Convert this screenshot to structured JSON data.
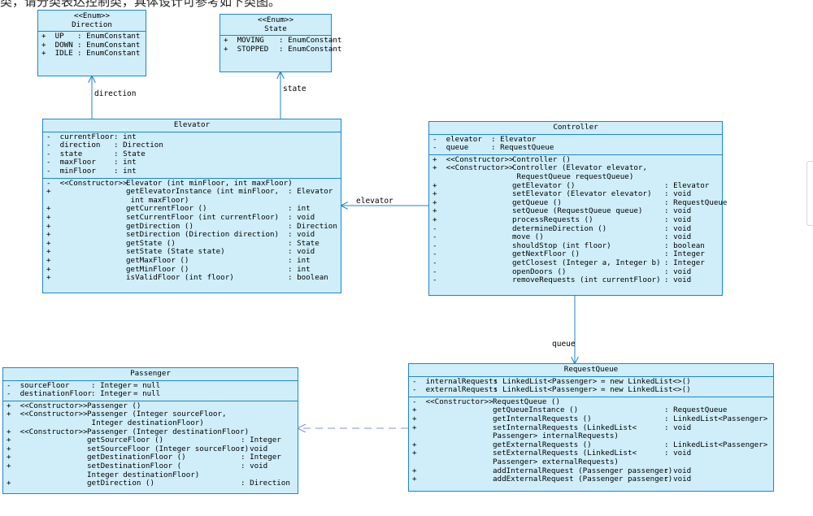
{
  "top_text": "类，请分类表达控制类，具体设计可参考如下类图。",
  "classes": {
    "direction": {
      "stereotype": "<<Enum>>",
      "name": "Direction",
      "attrs": [
        [
          "+  UP",
          ": EnumConstant"
        ],
        [
          "+  DOWN",
          ": EnumConstant"
        ],
        [
          "+  IDLE",
          ": EnumConstant"
        ]
      ]
    },
    "state": {
      "stereotype": "<<Enum>>",
      "name": "State",
      "attrs": [
        [
          "+  MOVING",
          ": EnumConstant"
        ],
        [
          "+  STOPPED",
          ": EnumConstant"
        ]
      ]
    },
    "elevator": {
      "name": "Elevator",
      "attrs": [
        [
          "-  currentFloor",
          ": int"
        ],
        [
          "-  direction",
          ": Direction"
        ],
        [
          "-  state",
          ": State"
        ],
        [
          "-  maxFloor",
          ": int"
        ],
        [
          "-  minFloor",
          ": int"
        ]
      ],
      "methods": [
        [
          "-  <<Constructor>>",
          "Elevator (int minFloor, int maxFloor)",
          ""
        ],
        [
          "+",
          "getElevatorInstance (int minFloor,",
          ": Elevator"
        ],
        [
          "",
          " int maxFloor)",
          ""
        ],
        [
          "+",
          "getCurrentFloor ()",
          ": int"
        ],
        [
          "+",
          "setCurrentFloor (int currentFloor)",
          ": void"
        ],
        [
          "+",
          "getDirection ()",
          ": Direction"
        ],
        [
          "+",
          "setDirection (Direction direction)",
          ": void"
        ],
        [
          "+",
          "getState ()",
          ": State"
        ],
        [
          "+",
          "setState (State state)",
          ": void"
        ],
        [
          "+",
          "getMaxFloor ()",
          ": int"
        ],
        [
          "+",
          "getMinFloor ()",
          ": int"
        ],
        [
          "+",
          "isValidFloor (int floor)",
          ": boolean"
        ]
      ]
    },
    "controller": {
      "name": "Controller",
      "attrs": [
        [
          "-  elevator",
          ": Elevator"
        ],
        [
          "-  queue",
          ": RequestQueue"
        ]
      ],
      "methods": [
        [
          "+  <<Constructor>>",
          "Controller ()",
          ""
        ],
        [
          "+  <<Constructor>>",
          "Controller (Elevator elevator,",
          ""
        ],
        [
          "",
          " RequestQueue requestQueue)",
          ""
        ],
        [
          "+",
          "getElevator ()",
          ": Elevator"
        ],
        [
          "+",
          "setElevator (Elevator elevator)",
          ": void"
        ],
        [
          "+",
          "getQueue ()",
          ": RequestQueue"
        ],
        [
          "+",
          "setQueue (RequestQueue queue)",
          ": void"
        ],
        [
          "+",
          "processRequests ()",
          ": void"
        ],
        [
          "-",
          "determineDirection ()",
          ": void"
        ],
        [
          "-",
          "move ()",
          ": void"
        ],
        [
          "-",
          "shouldStop (int floor)",
          ": boolean"
        ],
        [
          "-",
          "getNextFloor ()",
          ": Integer"
        ],
        [
          "-",
          "getClosest (Integer a, Integer b)",
          ": Integer"
        ],
        [
          "-",
          "openDoors ()",
          ": void"
        ],
        [
          "-",
          "removeRequests (int currentFloor)",
          ": void"
        ]
      ]
    },
    "requestqueue": {
      "name": "RequestQueue",
      "attrs": [
        [
          "-  internalRequests",
          ": LinkedList<Passenger>",
          "= new LinkedList<>()"
        ],
        [
          "-  externalRequests",
          ": LinkedList<Passenger>",
          "= new LinkedList<>()"
        ]
      ],
      "methods": [
        [
          "-  <<Constructor>>",
          "RequestQueue ()",
          ""
        ],
        [
          "+",
          "getQueueInstance ()",
          ": RequestQueue"
        ],
        [
          "+",
          "getInternalRequests ()",
          ": LinkedList<Passenger>"
        ],
        [
          "+",
          "setInternalRequests (LinkedList<",
          ": void"
        ],
        [
          "",
          "Passenger> internalRequests)",
          ""
        ],
        [
          "+",
          "getExternalRequests ()",
          ": LinkedList<Passenger>"
        ],
        [
          "+",
          "setExternalRequests (LinkedList<",
          ": void"
        ],
        [
          "",
          "Passenger> externalRequests)",
          ""
        ],
        [
          "+",
          "addInternalRequest (Passenger passenger)",
          ": void"
        ],
        [
          "+",
          "addExternalRequest (Passenger passenger)",
          ": void"
        ]
      ]
    },
    "passenger": {
      "name": "Passenger",
      "attrs": [
        [
          "-  sourceFloor",
          ": Integer",
          "= null"
        ],
        [
          "-  destinationFloor",
          ": Integer",
          "= null"
        ]
      ],
      "methods": [
        [
          "+  <<Constructor>>",
          "Passenger ()",
          ""
        ],
        [
          "+  <<Constructor>>",
          "Passenger (Integer sourceFloor,",
          ""
        ],
        [
          "",
          " Integer destinationFloor)",
          ""
        ],
        [
          "+  <<Constructor>>",
          "Passenger (Integer destinationFloor)",
          ""
        ],
        [
          "+",
          "getSourceFloor ()",
          ": Integer"
        ],
        [
          "+",
          "setSourceFloor (Integer sourceFloor)",
          ": void"
        ],
        [
          "+",
          "getDestinationFloor ()",
          ": Integer"
        ],
        [
          "+",
          "setDestinationFloor (",
          ": void"
        ],
        [
          "",
          "Integer destinationFloor)",
          ""
        ],
        [
          "+",
          "getDirection ()",
          ": Direction"
        ]
      ]
    }
  },
  "associations": {
    "direction": "direction",
    "state": "state",
    "elevator": "elevator",
    "queue": "queue"
  },
  "colors": {
    "fill": "#cfeefa",
    "border": "#1e86c8",
    "dependency": "#8a8ee8"
  }
}
